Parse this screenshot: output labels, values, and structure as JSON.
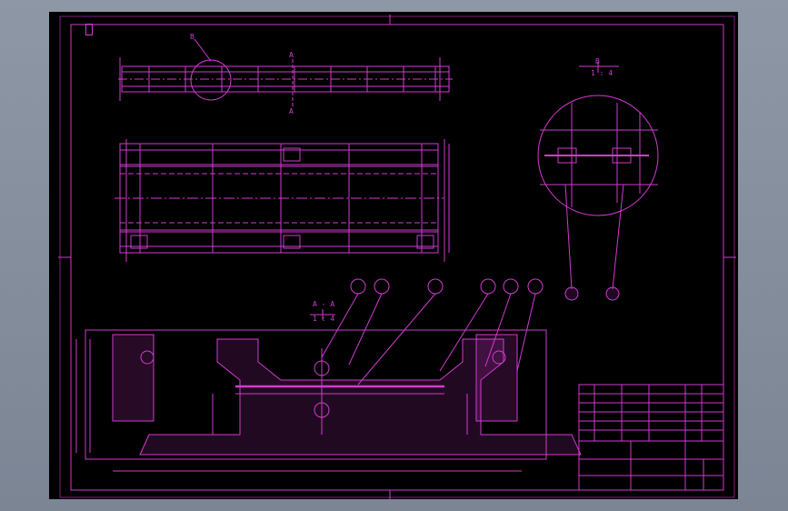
{
  "drawing": {
    "stamp_code": "",
    "views": {
      "detail_label": "B",
      "detail_scale": "1 : 4",
      "section_label": "A - A",
      "section_scale": "1 : 4",
      "cut_mark": "A"
    },
    "balloons": 8,
    "title_block": {
      "name": "",
      "drawing_no": ""
    }
  },
  "colors": {
    "line": "#d23ad2",
    "background": "#000000",
    "desktop": "#858f9d"
  }
}
